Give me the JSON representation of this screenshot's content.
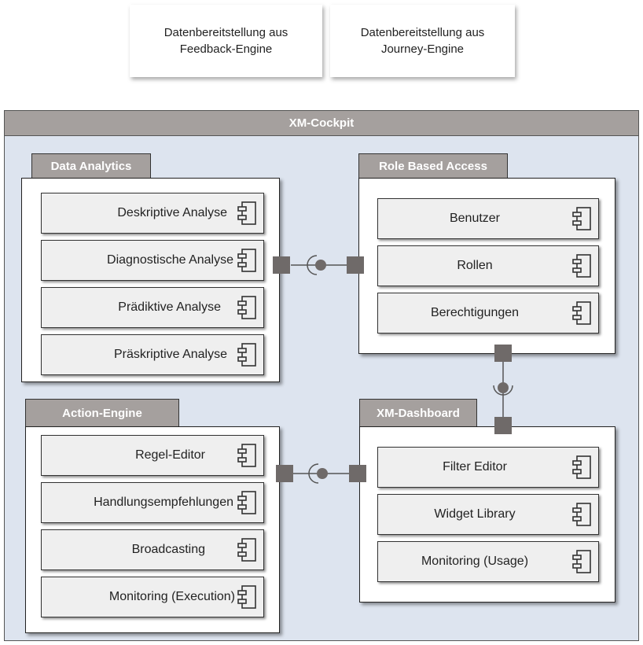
{
  "top_boxes": [
    {
      "label": "Datenbereitstellung aus\nFeedback-Engine"
    },
    {
      "label": "Datenbereitstellung aus\nJourney-Engine"
    }
  ],
  "container": {
    "title": "XM-Cockpit"
  },
  "panels": {
    "data_analytics": {
      "title": "Data Analytics",
      "items": [
        "Deskriptive Analyse",
        "Diagnostische Analyse",
        "Prädiktive Analyse",
        "Präskriptive Analyse"
      ]
    },
    "role_based_access": {
      "title": "Role Based Access",
      "items": [
        "Benutzer",
        "Rollen",
        "Berechtigungen"
      ]
    },
    "action_engine": {
      "title": "Action-Engine",
      "items": [
        "Regel-Editor",
        "Handlungsempfehlungen",
        "Broadcasting",
        "Monitoring (Execution)"
      ]
    },
    "xm_dashboard": {
      "title": "XM-Dashboard",
      "items": [
        "Filter Editor",
        "Widget Library",
        "Monitoring (Usage)"
      ]
    }
  },
  "component_icon": "uml-component-icon",
  "colors": {
    "container_bg": "#dde4ef",
    "tab_bg": "#a5a09e",
    "port": "#6f6a69",
    "component_bg": "#efefef"
  }
}
